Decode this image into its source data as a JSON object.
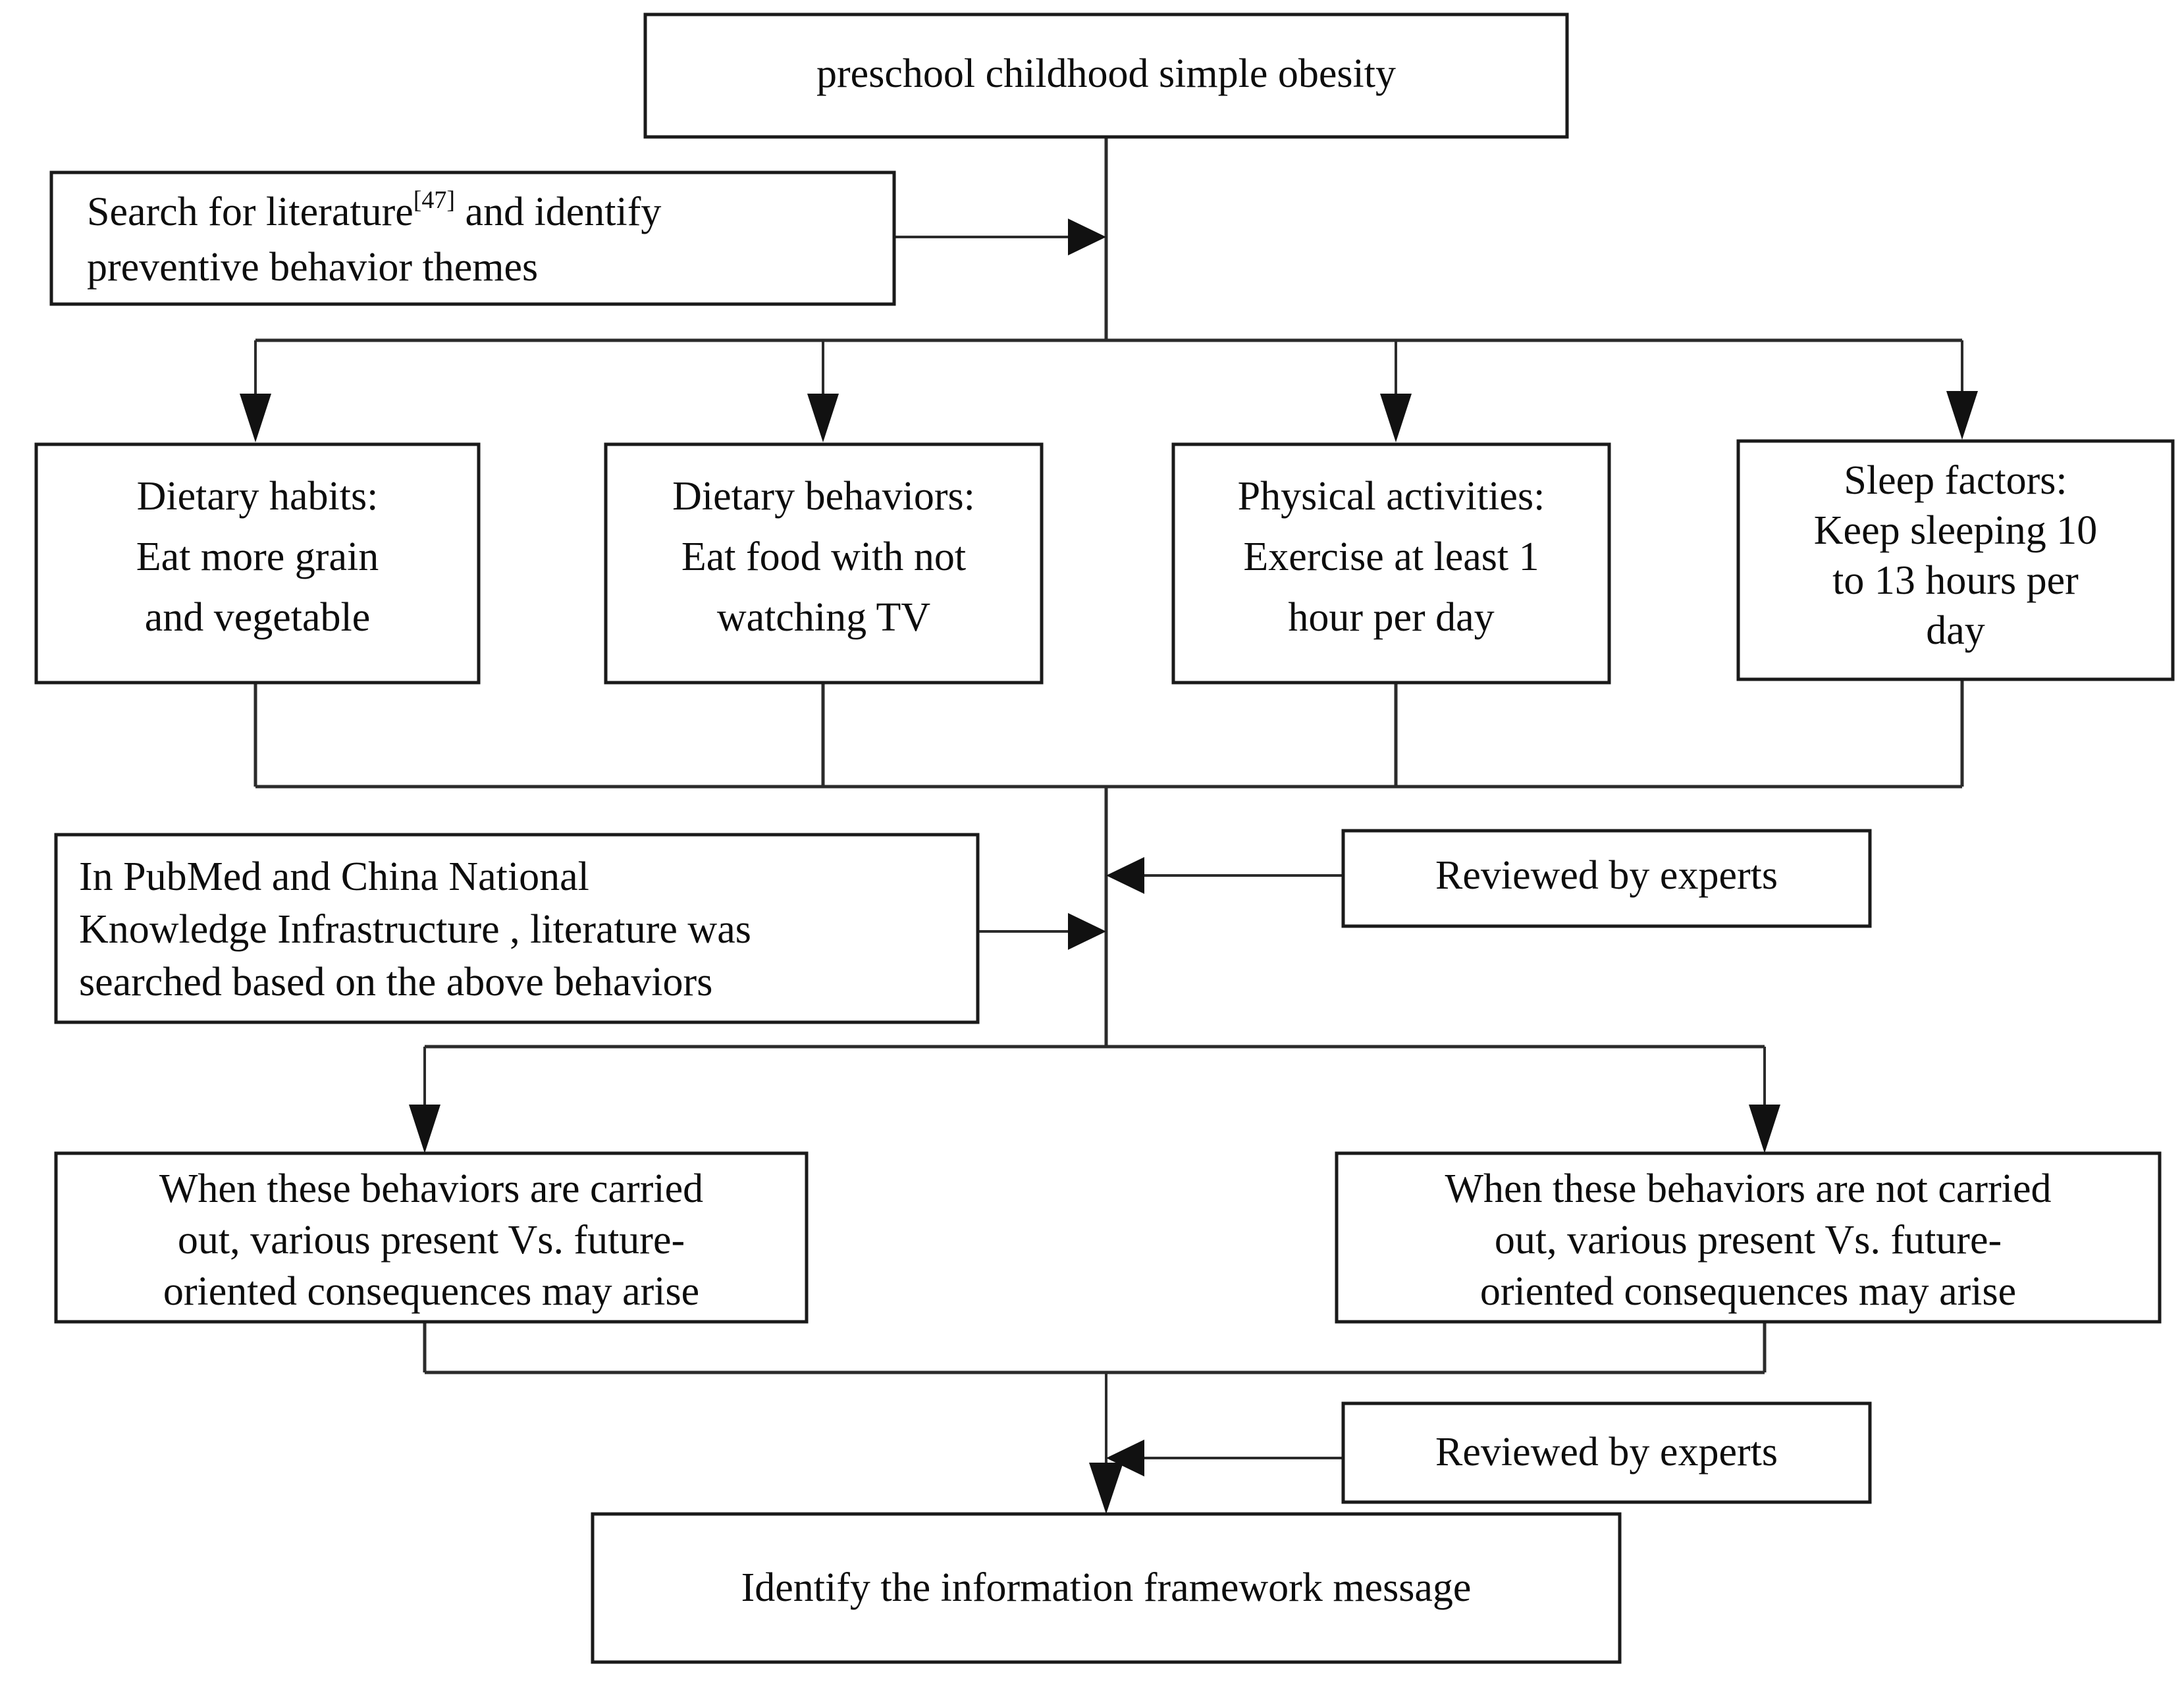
{
  "diagram": {
    "title_node": {
      "id": "preschool-obesity",
      "label": "preschool childhood simple obesity"
    },
    "search_node": {
      "id": "search-literature",
      "line1_prefix": "Search for literature",
      "line1_citation": "[47]",
      "line1_suffix": " and identify",
      "line2": "preventive behavior themes"
    },
    "behavior_nodes": [
      {
        "id": "dietary-habits",
        "lines": [
          "Dietary habits:",
          "Eat more grain",
          "and vegetable"
        ]
      },
      {
        "id": "dietary-behaviors",
        "lines": [
          "Dietary behaviors:",
          "Eat food with not",
          "watching TV"
        ]
      },
      {
        "id": "physical-activities",
        "lines": [
          "Physical activities:",
          "Exercise at least 1",
          "hour per day"
        ]
      },
      {
        "id": "sleep-factors",
        "lines": [
          "Sleep factors:",
          "Keep sleeping 10",
          "to 13 hours per",
          "day"
        ]
      }
    ],
    "search_db_node": {
      "id": "pubmed-cnki-search",
      "lines": [
        "In PubMed  and China National",
        "Knowledge Infrastructure , literature was",
        "searched based on the above behaviors"
      ]
    },
    "review_node_upper": {
      "id": "reviewed-by-experts-upper",
      "label": "Reviewed by experts"
    },
    "review_node_lower": {
      "id": "reviewed-by-experts-lower",
      "label": "Reviewed by experts"
    },
    "consequence_nodes": [
      {
        "id": "behaviors-carried-out",
        "lines": [
          "When these behaviors are carried",
          "out, various present Vs. future-",
          "oriented consequences may arise"
        ]
      },
      {
        "id": "behaviors-not-carried-out",
        "lines": [
          "When these behaviors are not carried",
          "out, various present Vs. future-",
          "oriented consequences may arise"
        ]
      }
    ],
    "final_node": {
      "id": "identify-framework-message",
      "label": "Identify the information framework message"
    },
    "colors": {
      "background": "#ffffff",
      "box_stroke": "#1a1a1a",
      "connector": "#2b2b2b",
      "text": "#0d0d0d"
    }
  }
}
